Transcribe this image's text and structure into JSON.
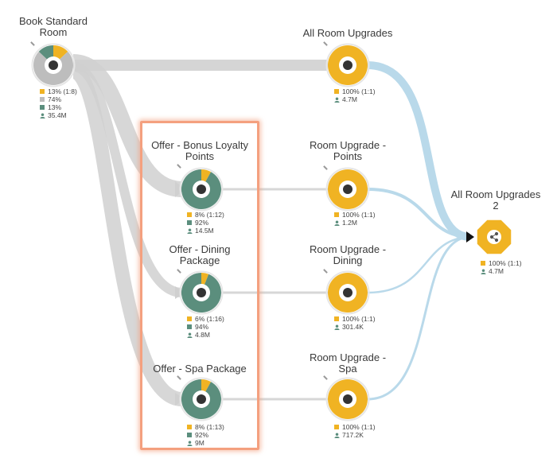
{
  "colors": {
    "flow_gray": "#cfcfcf",
    "flow_blue": "#b9d9ea",
    "ring_gray": "#bdbdbd",
    "ring_teal": "#5b8e7d",
    "ring_yellow": "#f0b323",
    "highlight": "#f4a07f"
  },
  "nodes": {
    "book_standard": {
      "title": "Book Standard\nRoom",
      "stats": [
        "13% (1:8)",
        "74%",
        "13%",
        "35.4M"
      ],
      "slices": {
        "yellow": 13,
        "gray": 74,
        "teal": 13
      }
    },
    "all_upgrades": {
      "title": "All Room Upgrades",
      "stats": [
        "100% (1:1)",
        "4.7M"
      ]
    },
    "offer_loyalty": {
      "title": "Offer - Bonus Loyalty\nPoints",
      "stats": [
        "8% (1:12)",
        "92%",
        "14.5M"
      ],
      "slices": {
        "yellow": 8,
        "teal": 92
      }
    },
    "upgrade_points": {
      "title": "Room Upgrade -\nPoints",
      "stats": [
        "100% (1:1)",
        "1.2M"
      ]
    },
    "offer_dining": {
      "title": "Offer - Dining\nPackage",
      "stats": [
        "6% (1:16)",
        "94%",
        "4.8M"
      ],
      "slices": {
        "yellow": 6,
        "teal": 94
      }
    },
    "upgrade_dining": {
      "title": "Room Upgrade -\nDining",
      "stats": [
        "100% (1:1)",
        "301.4K"
      ]
    },
    "offer_spa": {
      "title": "Offer - Spa Package",
      "stats": [
        "8% (1:13)",
        "92%",
        "9M"
      ],
      "slices": {
        "yellow": 8,
        "teal": 92
      }
    },
    "upgrade_spa": {
      "title": "Room Upgrade -\nSpa",
      "stats": [
        "100% (1:1)",
        "717.2K"
      ]
    },
    "all_upgrades_2": {
      "title": "All Room Upgrades\n2",
      "stats": [
        "100% (1:1)",
        "4.7M"
      ]
    }
  }
}
